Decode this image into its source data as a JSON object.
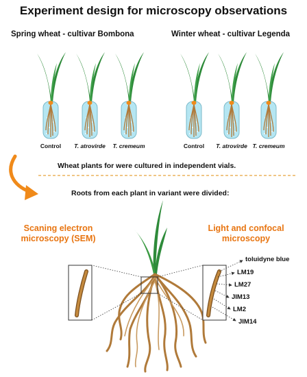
{
  "title": "Experiment design for microscopy observations",
  "groups": [
    {
      "title": "Spring wheat - cultivar Bombona",
      "vials": [
        {
          "label": "Control",
          "italic": false
        },
        {
          "label": "T. atrovirde",
          "italic": true
        },
        {
          "label": "T. cremeum",
          "italic": true
        }
      ]
    },
    {
      "title": "Winter wheat - cultivar Legenda",
      "vials": [
        {
          "label": "Control",
          "italic": false
        },
        {
          "label": "T. atrovirde",
          "italic": true
        },
        {
          "label": "T. cremeum",
          "italic": true
        }
      ]
    }
  ],
  "notes": {
    "culture": "Wheat plants for were cultured in independent vials.",
    "division": "Roots from each plant in variant were divided:"
  },
  "sem": {
    "line1": "Scaning electron",
    "line2": "microscopy (SEM)"
  },
  "light": {
    "line1": "Light and confocal",
    "line2": "microscopy",
    "stains": [
      "toluidyne blue",
      "LM19",
      "LM27",
      "JIM13",
      "LM2",
      "JIM14"
    ]
  },
  "colors": {
    "leaf": "#2e8b3a",
    "root": "#b07a3a",
    "vial": "#b5e6f2",
    "accent": "#f08a1a"
  }
}
